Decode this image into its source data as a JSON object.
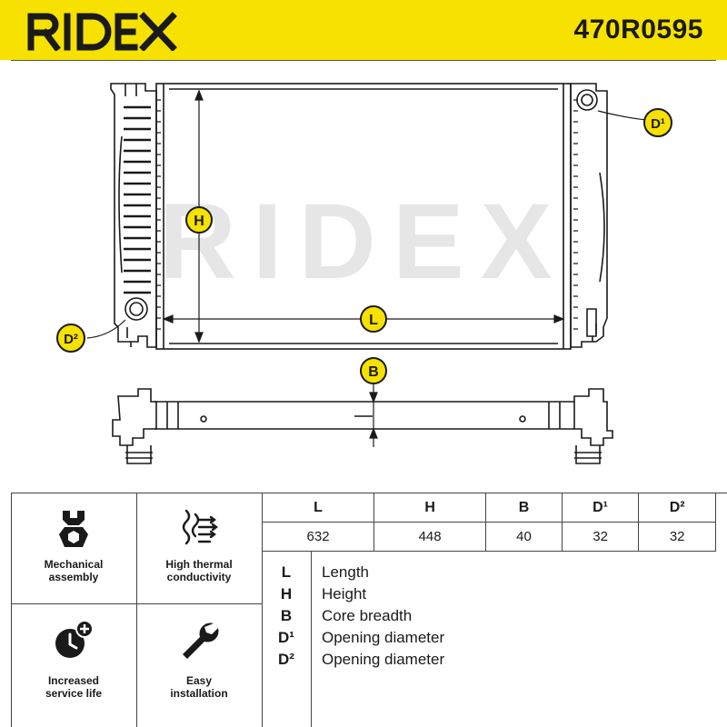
{
  "header": {
    "brand": "RIDEX",
    "part_number": "470R0595"
  },
  "drawing": {
    "watermark": "RIDEX",
    "labels": {
      "H": "H",
      "L": "L",
      "B": "B",
      "D1": "D¹",
      "D2": "D²"
    }
  },
  "features": [
    {
      "label": "Mechanical\nassembly",
      "icon": "wrench-hex-icon"
    },
    {
      "label": "High thermal\nconductivity",
      "icon": "heat-waves-icon"
    },
    {
      "label": "Increased\nservice life",
      "icon": "clock-plus-icon"
    },
    {
      "label": "Easy\ninstallation",
      "icon": "wrench-icon"
    }
  ],
  "dimensions": {
    "headers": [
      "L",
      "H",
      "B",
      "D¹",
      "D²"
    ],
    "values": [
      "632",
      "448",
      "40",
      "32",
      "32"
    ]
  },
  "legend": [
    {
      "key": "L",
      "text": "Length"
    },
    {
      "key": "H",
      "text": "Height"
    },
    {
      "key": "B",
      "text": "Core breadth"
    },
    {
      "key": "D¹",
      "text": "Opening diameter"
    },
    {
      "key": "D²",
      "text": "Opening diameter"
    }
  ],
  "colors": {
    "brand_yellow": "#f6e100",
    "line": "#1a1a1a",
    "watermark": "#e6e6e6"
  }
}
